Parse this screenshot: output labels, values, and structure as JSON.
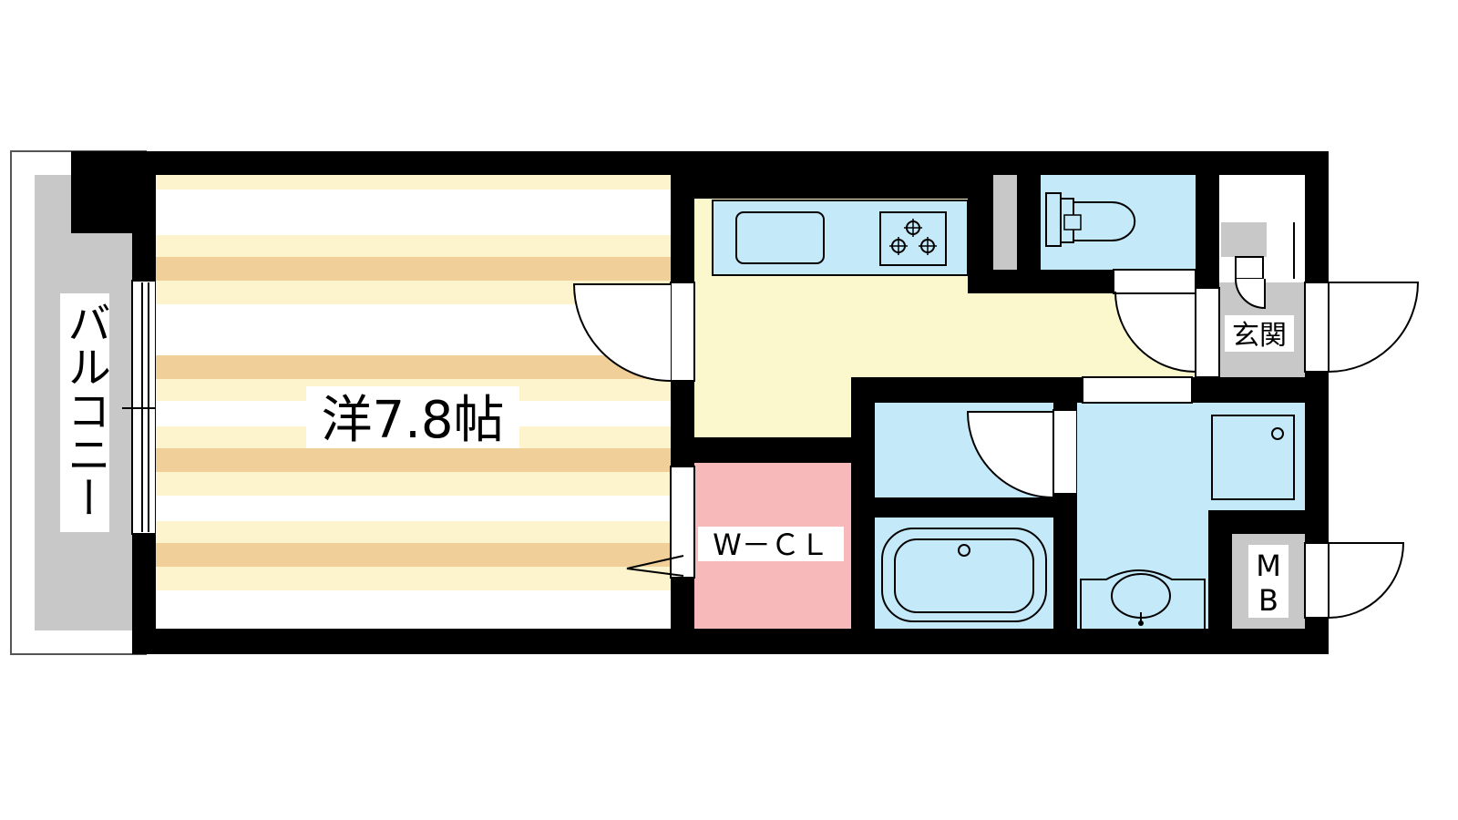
{
  "labels": {
    "balcony": "バルコニー",
    "western_room": "洋7.8帖",
    "walk_in_closet": "W－ＣＬ",
    "entrance": "玄関",
    "meter_box_top": "M",
    "meter_box_bottom": "B"
  },
  "colors": {
    "wall": "#000000",
    "balcony": "#c8c8c8",
    "room_stripe_light": "#fdf3cc",
    "room_stripe_wood": "#f0cf98",
    "kitchen_floor": "#fcf8cd",
    "wet_area": "#c4e9f8",
    "closet": "#f7b9b9",
    "fixture_gray": "#c8c8c8"
  }
}
